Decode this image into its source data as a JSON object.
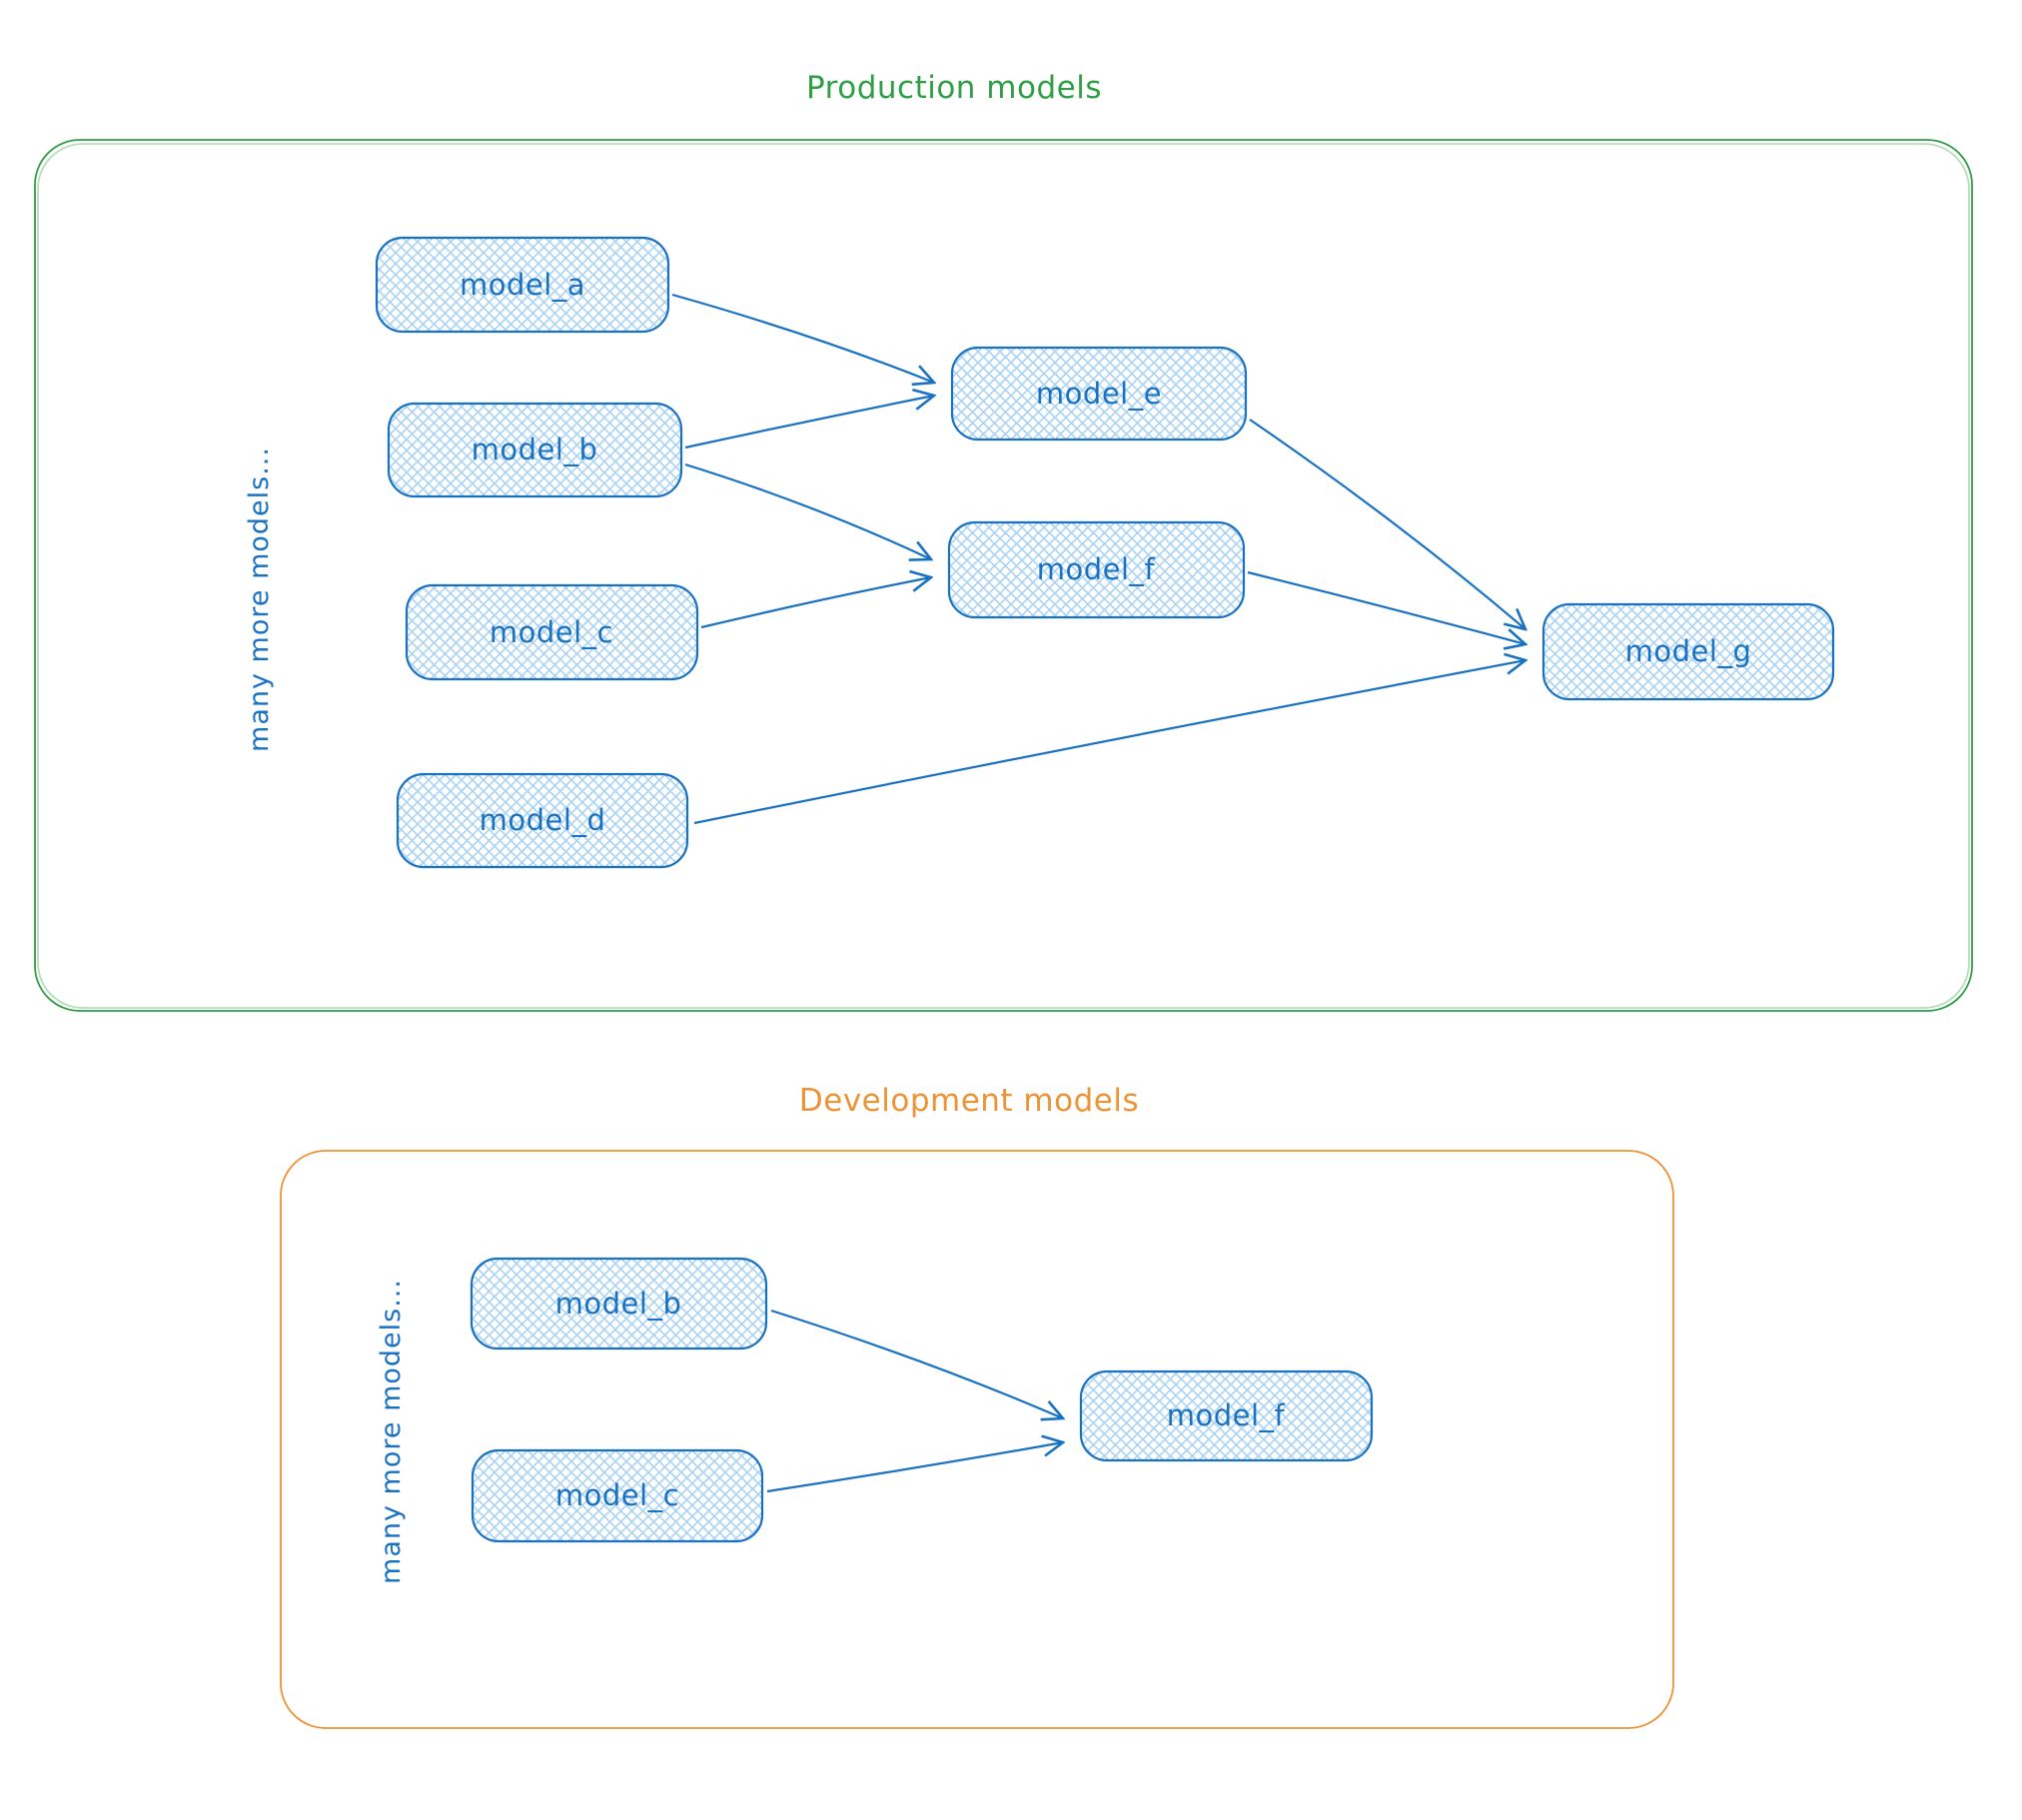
{
  "diagram": {
    "type": "flowchart",
    "background": "#ffffff",
    "sections": [
      {
        "title": "Production models",
        "title_color": "#2f9e44",
        "frame_color": "#2f9e44",
        "side_label": "many more models...",
        "nodes": [
          {
            "id": "model_a",
            "label": "model_a"
          },
          {
            "id": "model_b",
            "label": "model_b"
          },
          {
            "id": "model_c",
            "label": "model_c"
          },
          {
            "id": "model_d",
            "label": "model_d"
          },
          {
            "id": "model_e",
            "label": "model_e"
          },
          {
            "id": "model_f",
            "label": "model_f"
          },
          {
            "id": "model_g",
            "label": "model_g"
          }
        ],
        "edges": [
          {
            "from": "model_a",
            "to": "model_e"
          },
          {
            "from": "model_b",
            "to": "model_e"
          },
          {
            "from": "model_b",
            "to": "model_f"
          },
          {
            "from": "model_c",
            "to": "model_f"
          },
          {
            "from": "model_e",
            "to": "model_g"
          },
          {
            "from": "model_f",
            "to": "model_g"
          },
          {
            "from": "model_d",
            "to": "model_g"
          }
        ]
      },
      {
        "title": "Development models",
        "title_color": "#ec9336",
        "frame_color": "#ec9336",
        "side_label": "many more models...",
        "nodes": [
          {
            "id": "model_b",
            "label": "model_b"
          },
          {
            "id": "model_c",
            "label": "model_c"
          },
          {
            "id": "model_f",
            "label": "model_f"
          }
        ],
        "edges": [
          {
            "from": "model_b",
            "to": "model_f"
          },
          {
            "from": "model_c",
            "to": "model_f"
          }
        ]
      }
    ],
    "node_style": {
      "stroke_color": "#1971c2",
      "fill_color": "#a5d8ff",
      "fill_style": "cross-hatch",
      "label_color": "#1971c2"
    },
    "edge_style": {
      "color": "#1971c2",
      "arrowhead": "open-v"
    }
  }
}
